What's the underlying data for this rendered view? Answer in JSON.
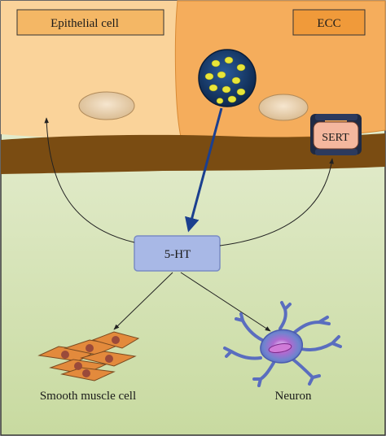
{
  "labels": {
    "epithelial_cell": "Epithelial cell",
    "ecc": "ECC",
    "sert": "SERT",
    "serotonin": "5-HT",
    "smooth_muscle_cell": "Smooth muscle cell",
    "neuron": "Neuron"
  },
  "colors": {
    "epithelial_fill": "#fad39a",
    "ecc_fill": "#f5ad5c",
    "ecc_label_fill": "#f09a3a",
    "basement_membrane": "#7a4c12",
    "background_gradient_top": "#eaf1d8",
    "background_gradient_bottom": "#c9dca3",
    "nucleus": "#f0d9b8",
    "granule_vesicle": "#0d2e5a",
    "granule_dot": "#e8e53a",
    "serotonin_box": "#a8b8e6",
    "release_arrow": "#1b3f8f",
    "sert_body": "#f4b79e",
    "sert_dark": "#1f2a44",
    "smooth_muscle": "#e38a3c",
    "smooth_muscle_nucleus": "#9a4a3a",
    "neuron_body": "#7b8fd4",
    "neuron_core": "#c57bd6"
  }
}
